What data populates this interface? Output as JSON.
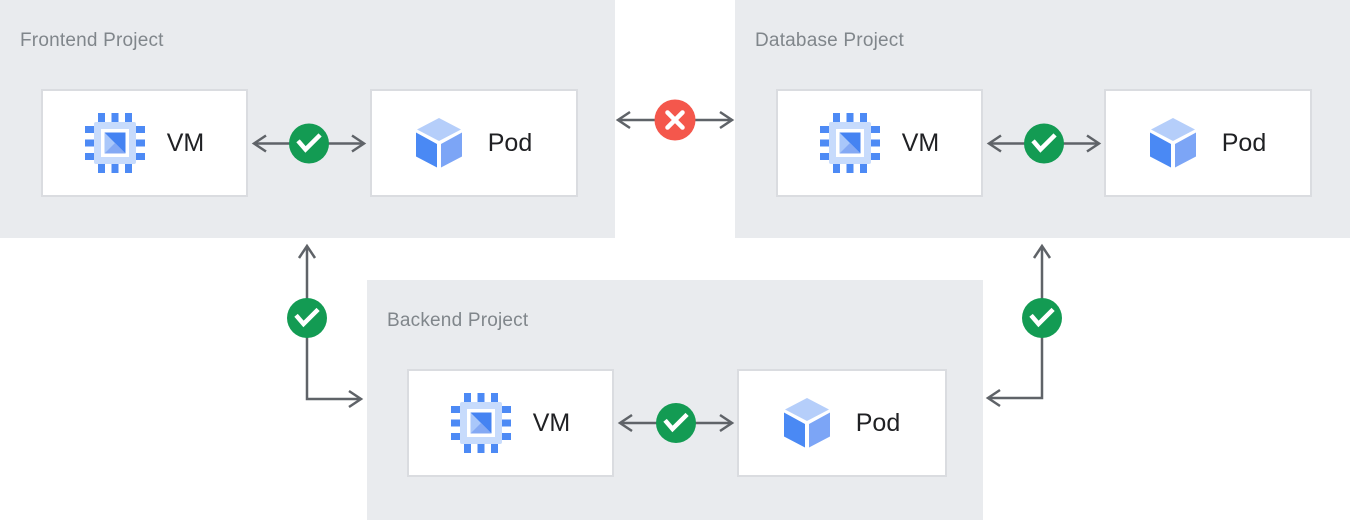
{
  "panels": {
    "frontend": {
      "title": "Frontend Project",
      "vm": "VM",
      "pod": "Pod"
    },
    "database": {
      "title": "Database Project",
      "vm": "VM",
      "pod": "Pod"
    },
    "backend": {
      "title": "Backend Project",
      "vm": "VM",
      "pod": "Pod"
    }
  },
  "connections": [
    {
      "between": [
        "Frontend Project VM",
        "Frontend Project Pod"
      ],
      "status": "allowed",
      "icon": "check-icon"
    },
    {
      "between": [
        "Frontend Project Pod",
        "Database Project VM"
      ],
      "status": "blocked",
      "icon": "cross-icon"
    },
    {
      "between": [
        "Database Project VM",
        "Database Project Pod"
      ],
      "status": "allowed",
      "icon": "check-icon"
    },
    {
      "between": [
        "Frontend Project",
        "Backend Project"
      ],
      "status": "allowed",
      "icon": "check-icon"
    },
    {
      "between": [
        "Database Project",
        "Backend Project"
      ],
      "status": "allowed",
      "icon": "check-icon"
    },
    {
      "between": [
        "Backend Project VM",
        "Backend Project Pod"
      ],
      "status": "allowed",
      "icon": "check-icon"
    }
  ],
  "icons": {
    "vm": "compute-chip-icon",
    "pod": "cube-icon",
    "allowed": "check-icon",
    "blocked": "cross-icon"
  },
  "colors": {
    "panel_bg": "#e9ebee",
    "node_bg": "#ffffff",
    "node_border": "#dadce0",
    "title_text": "#80868b",
    "node_text": "#202124",
    "arrow": "#5f6368",
    "ok": "#139b53",
    "blocked": "#f4574c"
  }
}
